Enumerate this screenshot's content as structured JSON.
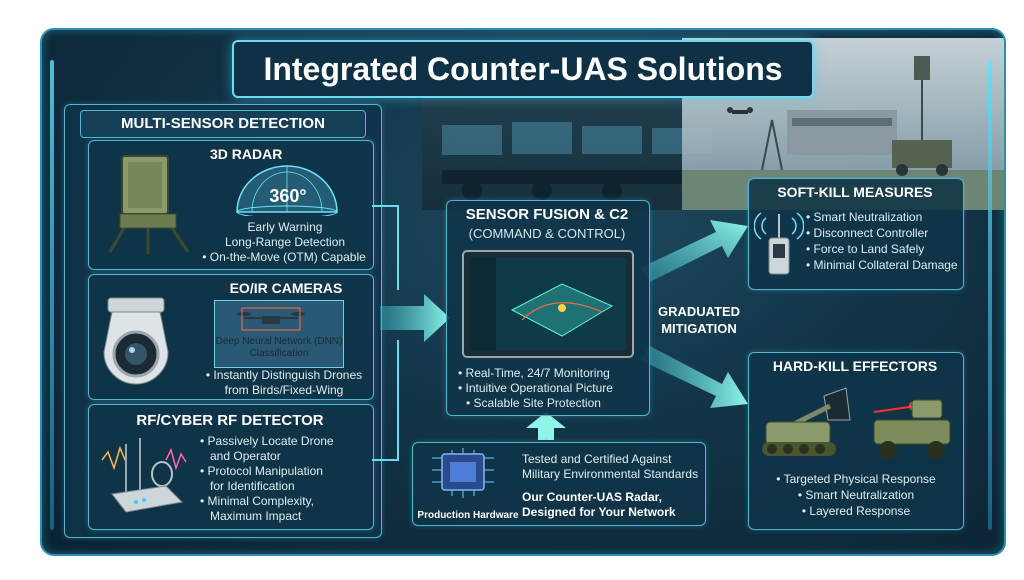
{
  "title": "Integrated Counter-UAS Solutions",
  "detection": {
    "header": "MULTI-SENSOR DETECTION",
    "radar": {
      "title": "3D RADAR",
      "badge": "360°",
      "lines": [
        "Early Warning",
        "Long-Range Detection",
        "• On-the-Move (OTM) Capable"
      ]
    },
    "eoir": {
      "title": "EO/IR CAMERAS",
      "overlay": [
        "Deep Neural Network (DNN)",
        "Classification"
      ],
      "lines": [
        "• Instantly Distinguish Drones",
        "from Birds/Fixed-Wing"
      ]
    },
    "rf": {
      "title": "RF/CYBER RF DETECTOR",
      "lines": [
        "• Passively Locate Drone",
        "and Operator",
        "• Protocol Manipulation",
        "for Identification",
        "• Minimal Complexity,",
        "Maximum Impact"
      ]
    }
  },
  "fusion": {
    "title": "SENSOR FUSION & C2",
    "subtitle": "(COMMAND & CONTROL)",
    "lines": [
      "• Real-Time, 24/7 Monitoring",
      "• Intuitive Operational Picture",
      "• Scalable Site Protection"
    ]
  },
  "hardware": {
    "label": "Production Hardware",
    "line1": "Tested and Certified Against",
    "line2": "Military Environmental Standards",
    "line3": "Our Counter-UAS Radar,",
    "line4": "Designed for Your Network"
  },
  "mitigation": {
    "line1": "GRADUATED",
    "line2": "MITIGATION"
  },
  "softkill": {
    "title": "SOFT-KILL MEASURES",
    "lines": [
      "• Smart Neutralization",
      "• Disconnect Controller",
      "• Force to Land Safely",
      "• Minimal Collateral Damage"
    ]
  },
  "hardkill": {
    "title": "HARD-KILL EFFECTORS",
    "lines": [
      "• Targeted Physical Response",
      "• Smart Neutralization",
      "• Layered Response"
    ]
  },
  "colors": {
    "accent": "#5fd6f5",
    "panel": "#103448",
    "arrow": "#7ff0e0",
    "laser": "#ff3030"
  }
}
